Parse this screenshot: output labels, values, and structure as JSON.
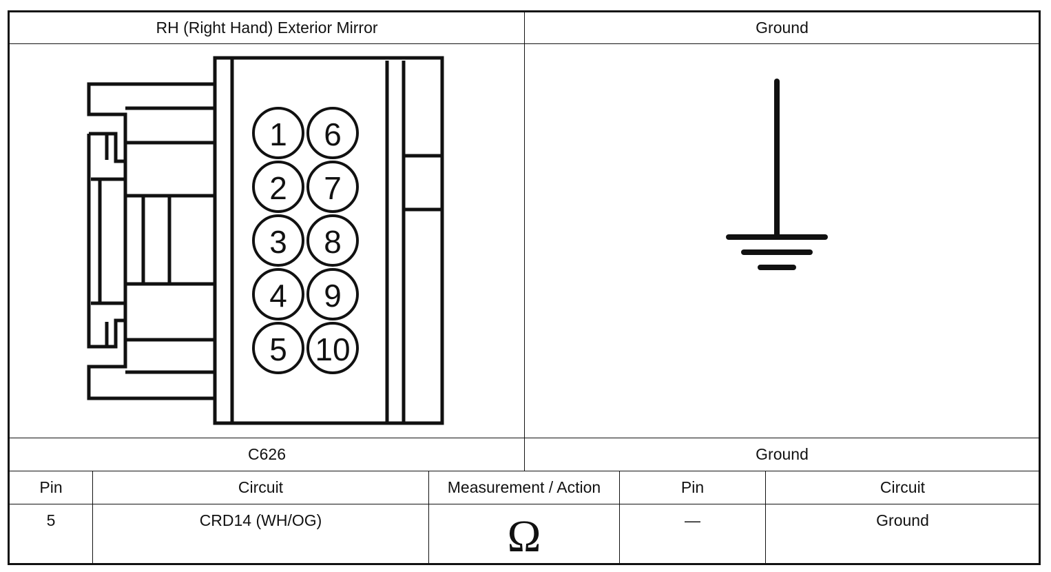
{
  "connector": {
    "description_header": "RH (Right Hand) Exterior Mirror",
    "id": "C626",
    "pin_numbers": [
      "1",
      "2",
      "3",
      "4",
      "5",
      "6",
      "7",
      "8",
      "9",
      "10"
    ]
  },
  "ground": {
    "header": "Ground",
    "footer": "Ground",
    "symbol_icon": "ground-symbol-icon"
  },
  "table": {
    "headers": {
      "pin": "Pin",
      "circuit": "Circuit",
      "measurement": "Measurement / Action",
      "pin2": "Pin",
      "circuit2": "Circuit"
    },
    "rows": [
      {
        "pin": "5",
        "circuit": "CRD14 (WH/OG)",
        "measurement_symbol": "Ω",
        "pin2": "—",
        "circuit2": "Ground"
      }
    ]
  }
}
